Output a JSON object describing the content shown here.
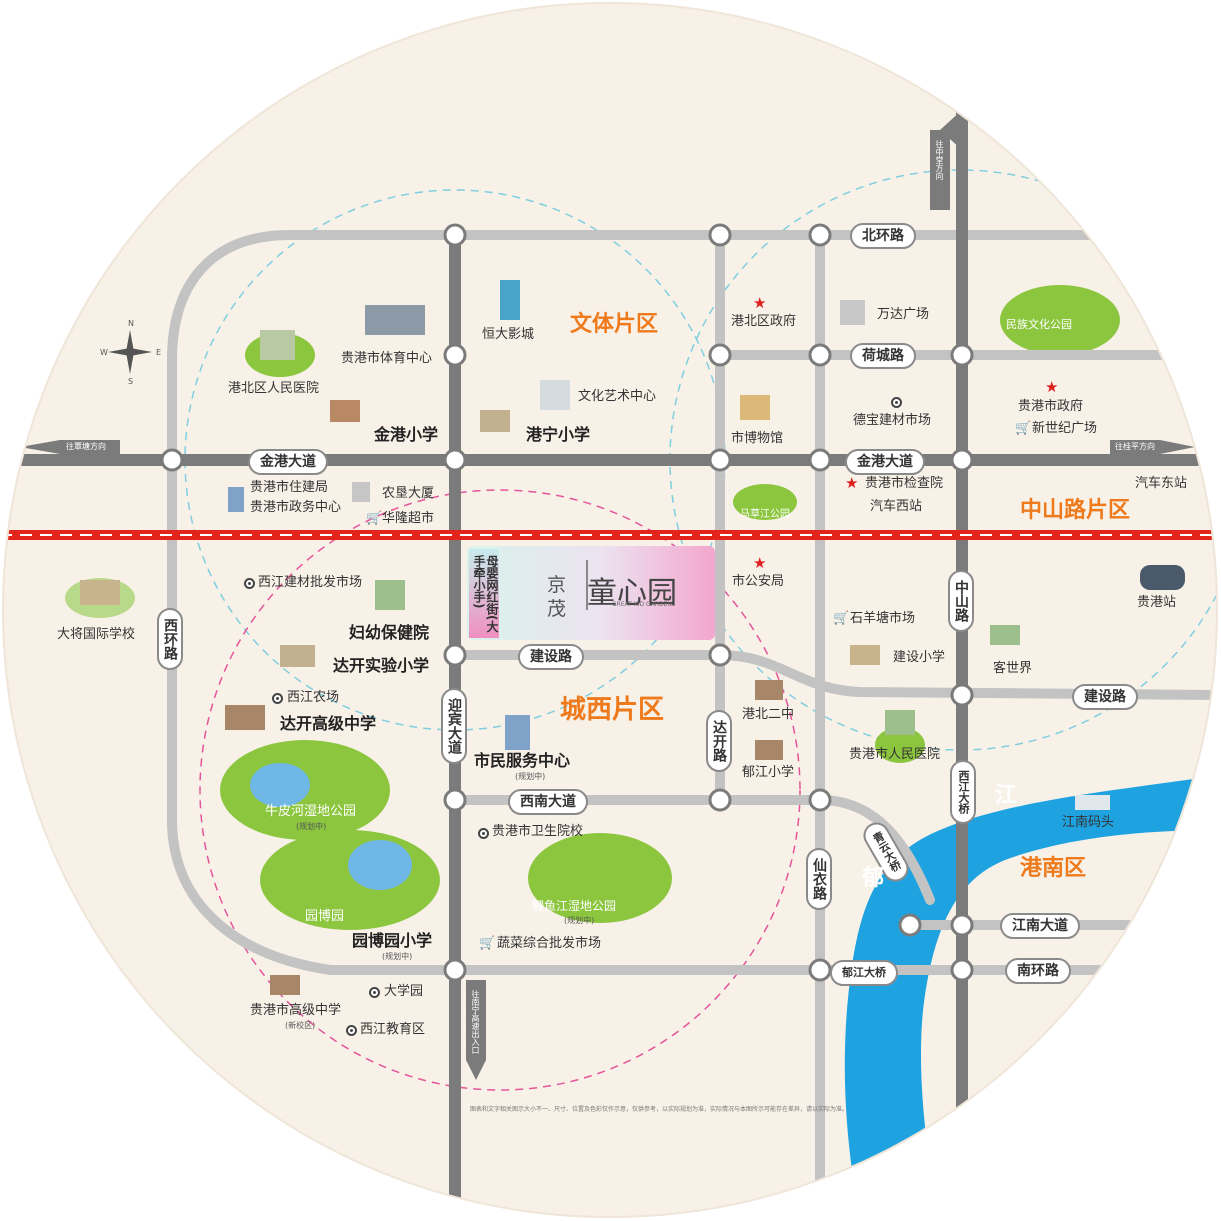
{
  "colors": {
    "land": "#f8f1e8",
    "road": "#7b7b7b",
    "road_light": "#c3c3c3",
    "river": "#1fa3e0",
    "rail": "#e3241b",
    "zone": "#ee7a1c",
    "park": "#8cc63f",
    "dash_blue": "#7fcfe0",
    "dash_pink": "#e5559a"
  },
  "zones": {
    "wenti": "文体片区",
    "zhongshan": "中山路片区",
    "chengxi": "城西片区",
    "gangnan": "港南区"
  },
  "river": {
    "char1": "郁",
    "char2": "江"
  },
  "roads": {
    "beihuan": "北环路",
    "hecheng": "荷城路",
    "jingang1": "金港大道",
    "jingang2": "金港大道",
    "xihuan": "西环路",
    "zhongshan": "中山路",
    "jianshe1": "建设路",
    "jianshe2": "建设路",
    "yingbin": "迎宾大道",
    "dakai": "达开路",
    "xinan": "西南大道",
    "xianyi": "仙衣路",
    "qingyun": "青云大桥",
    "xijiang_bridge": "西江大桥",
    "jiangnan": "江南大道",
    "nanhuan": "南环路",
    "yujiang_bridge": "郁江大桥"
  },
  "directions": {
    "north": "往中堂方向",
    "west": "往覃塘方向",
    "east": "往桂平方向",
    "south": "往南宁高速出入口"
  },
  "compass": {
    "n": "N",
    "s": "S",
    "e": "E",
    "w": "W"
  },
  "places": {
    "hengda": "恒大影城",
    "tiyu": "贵港市体育中心",
    "renmin_gangbei": "港北区人民医院",
    "jingang_school": "金港小学",
    "gangning": "港宁小学",
    "wenhua": "文化艺术中心",
    "gangbei_gov": "港北区政府",
    "bowuguan": "市博物馆",
    "wanda": "万达广场",
    "debao": "德宝建材市场",
    "minzu": "民族文化公园",
    "gov": "贵港市政府",
    "xinshiji": "新世纪广场",
    "zhujian": "贵港市住建局",
    "zhengwu": "贵港市政务中心",
    "nongken": "农垦大厦",
    "hualong": "华隆超市",
    "majian": "马草江公园",
    "jianchayuan": "贵港市检查院",
    "xizhan": "汽车西站",
    "dongzhan": "汽车东站",
    "xijiang_jiancai": "西江建材批发市场",
    "dajiang": "大将国际学校",
    "fuyou": "妇幼保健院",
    "dakai_shiyan": "达开实验小学",
    "nongchang": "西江农场",
    "dakai_gaozhong": "达开高级中学",
    "niupihe": "牛皮河湿地公园",
    "niupihe_sub": "(规划中)",
    "yuanboyuan": "园博园",
    "yuanbo_school": "园博园小学",
    "yuanbo_sub": "(规划中)",
    "gaozhong": "贵港市高级中学",
    "gaozhong_sub": "(新校区)",
    "daxue": "大学园",
    "jiaoyu": "西江教育区",
    "shimin": "市民服务中心",
    "shimin_sub": "(规划中)",
    "weisheng": "贵港市卫生院校",
    "liyu": "鲤鱼江湿地公园",
    "liyu_sub": "(规划中)",
    "shucai": "蔬菜综合批发市场",
    "gonganju": "市公安局",
    "gangbei2": "港北二中",
    "yujiang_school": "郁江小学",
    "shiyangtang": "石羊塘市场",
    "jianshe_school": "建设小学",
    "kesjie": "客世界",
    "renmin_gg": "贵港市人民医院",
    "guigang_station": "贵港站",
    "jiangnan_dock": "江南码头"
  },
  "project": {
    "tag": "母婴网红街(大手牵小手)",
    "brand_a": "京茂",
    "brand_b": "童心园",
    "brand_c": "GREAT KID GARDEN"
  },
  "note": "图表和文字相关图示大小不一、尺寸、位置及色彩仅作示意，仅供参考，以实际规划为准，实际情况与本图所示可能存在差异，请以实际为准。"
}
